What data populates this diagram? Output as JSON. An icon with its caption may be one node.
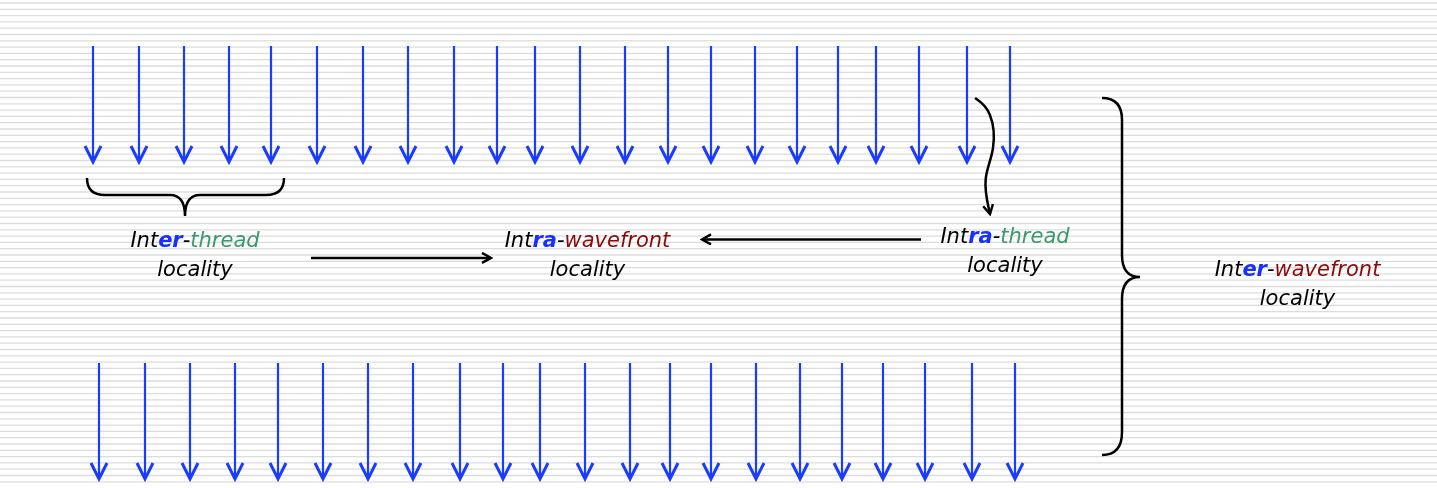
{
  "diagram": {
    "nodes": [
      {
        "text": [
          "Int**er**-thread",
          "locality"
        ]
      },
      {
        "text": [
          "Int**ra**-wavefront",
          "locality"
        ]
      },
      {
        "text": [
          "Int**ra**-thread",
          "locality"
        ]
      },
      {
        "text": [
          "Int**er**-wavefront",
          "locality"
        ]
      }
    ],
    "edges": [
      {
        "from": 0,
        "to": 1,
        "arrow": "to"
      },
      {
        "from": 2,
        "to": 1,
        "arrow": "to"
      },
      {
        "from": null,
        "to": 2,
        "arrow": "to"
      }
    ]
  }
}
